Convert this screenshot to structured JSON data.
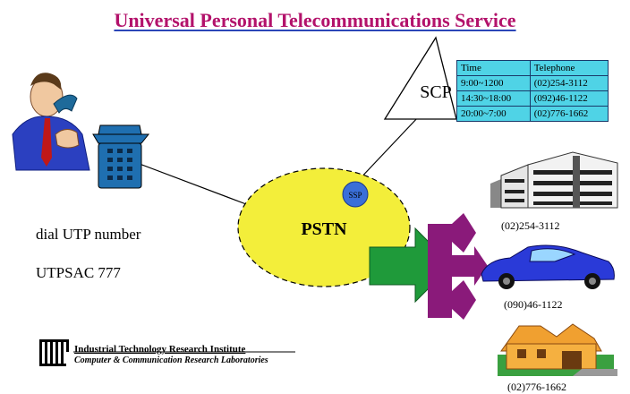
{
  "title": "Universal Personal Telecommunications Service",
  "network": {
    "pstn": "PSTN",
    "ssp": "SSP",
    "scp": "SCP"
  },
  "caller": {
    "dial": "dial UTP  number",
    "sac": "UTPSAC   777"
  },
  "table": {
    "headers": [
      "Time",
      "Telephone"
    ],
    "rows": [
      [
        "9:00~1200",
        "(02)254-3112"
      ],
      [
        "14:30~18:00",
        "(092)46-1122"
      ],
      [
        "20:00~7:00",
        "(02)776-1662"
      ]
    ]
  },
  "destinations": [
    {
      "icon": "office-building-icon",
      "number": "(02)254-3112"
    },
    {
      "icon": "car-icon",
      "number": "(090)46-1122"
    },
    {
      "icon": "house-icon",
      "number": "(02)776-1662"
    }
  ],
  "logo": {
    "line1": "Industrial Technology Research Institute",
    "line2": "Computer & Communication Research Laboratories"
  },
  "colors": {
    "title": "#b3126b",
    "pstn": "#f3ee3a",
    "table": "#4fd3e6",
    "arrow_green": "#1f9a3a",
    "arrow_purple": "#8a1a7a",
    "ssp": "#3a6fd8"
  }
}
